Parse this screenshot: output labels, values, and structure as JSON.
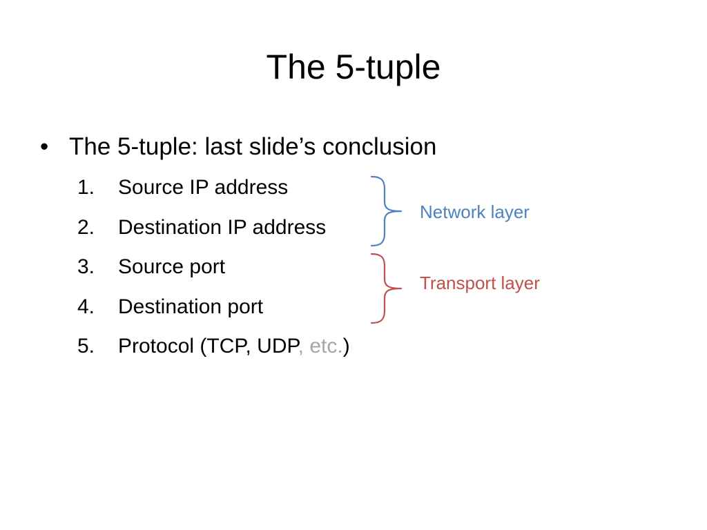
{
  "slide": {
    "title": "The 5-tuple",
    "bullet": {
      "marker": "•",
      "text": "The 5-tuple: last slide’s conclusion"
    },
    "items": [
      {
        "number": "1.",
        "text": "Source IP address"
      },
      {
        "number": "2.",
        "text": "Destination IP address"
      },
      {
        "number": "3.",
        "text": "Source port"
      },
      {
        "number": "4.",
        "text": "Destination port"
      },
      {
        "number": "5.",
        "text": "Protocol (TCP, UDP",
        "suffix_muted": ", etc.",
        "suffix_end": ")"
      }
    ],
    "groups": [
      {
        "label": "Network layer",
        "color": "#4f81bd"
      },
      {
        "label": "Transport layer",
        "color": "#c0504d"
      }
    ]
  },
  "colors": {
    "text": "#000000",
    "muted": "#a6a6a6",
    "background": "#ffffff"
  }
}
